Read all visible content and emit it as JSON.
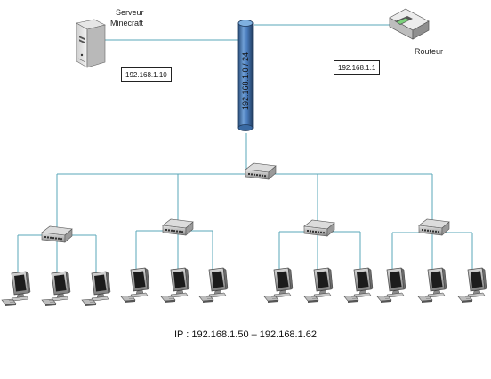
{
  "diagram": {
    "server": {
      "label_line1": "Serveur",
      "label_line2": "Minecraft",
      "ip": "192.168.1.10"
    },
    "router": {
      "label": "Routeur",
      "ip": "192.168.1.1"
    },
    "backbone": {
      "label": "192.168.1.0 / 24"
    },
    "ip_range": "IP : 192.168.1.50 – 192.168.1.62",
    "colors": {
      "cable": "#5aa7b8",
      "backbone": "#3b6aa3"
    },
    "icons": [
      "server-icon",
      "router-icon",
      "switch-icon",
      "computer-icon"
    ]
  }
}
